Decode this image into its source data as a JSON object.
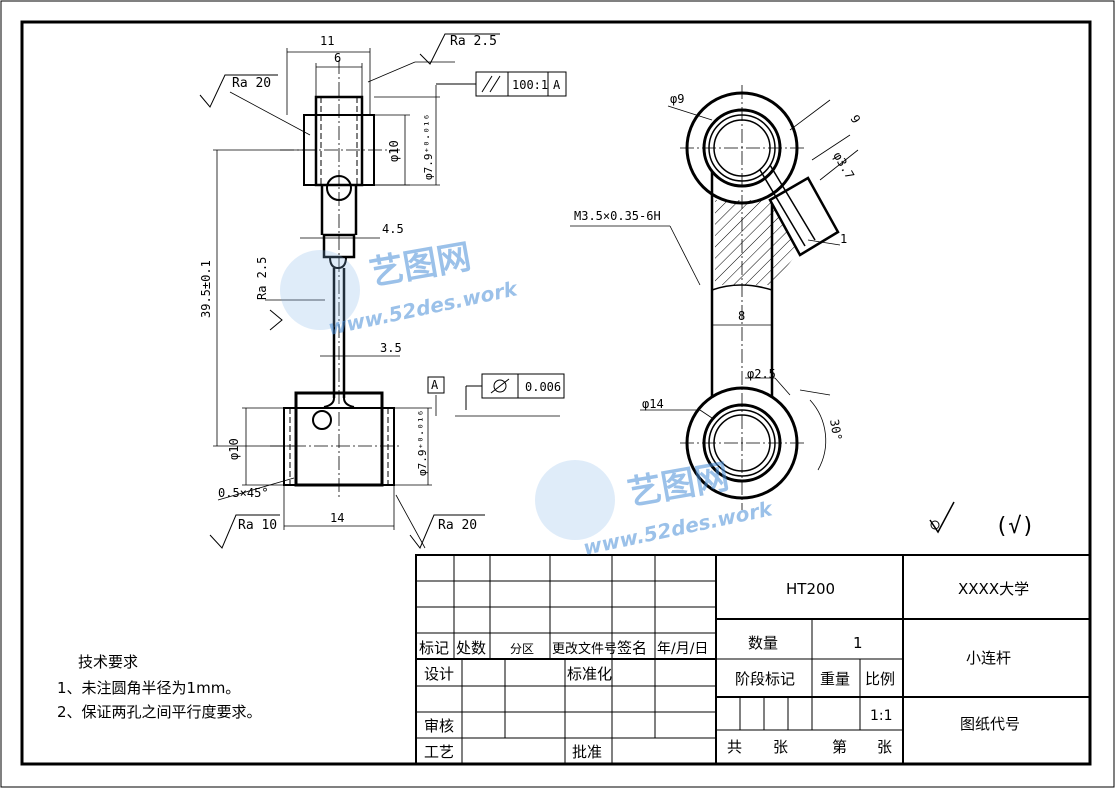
{
  "dims": {
    "width_11": "11",
    "width_6": "6",
    "ra_top": "Ra 2.5",
    "ra_left_top": "Ra 20",
    "parallel_tol": "100:1",
    "datum_ref": "A",
    "d10_top": "φ10",
    "d79_top": "φ7.9⁺⁰·⁰¹⁶",
    "len_39": "39.5±0.1",
    "w45": "4.5",
    "ra_mid": "Ra 2.5",
    "w35": "3.5",
    "datum_a": "A",
    "cyl_tol": "0.006",
    "d10_bot": "φ10",
    "d79_bot": "φ7.9⁺⁰·⁰¹⁶",
    "chamfer": "0.5×45°",
    "w14": "14",
    "ra_bl": "Ra 10",
    "ra_br": "Ra 20",
    "d9": "φ9",
    "dim9": "9",
    "d37": "φ3.7",
    "thread": "M3.5×0.35-6H",
    "dim1": "1",
    "w8": "8",
    "d25": "φ2.5",
    "d14": "φ14",
    "ang30": "30°"
  },
  "surface_default": "(√)",
  "watermark": {
    "brand": "艺图网",
    "url": "www.52des.work"
  },
  "title_block": {
    "material": "HT200",
    "school": "XXXX大学",
    "mark": "标记",
    "count": "处数",
    "zone": "分区",
    "change_doc": "更改文件号",
    "sign": "签名",
    "date": "年/月/日",
    "quantity_label": "数量",
    "quantity_value": "1",
    "part_name": "小连杆",
    "design": "设计",
    "standardize": "标准化",
    "stage_mark": "阶段标记",
    "weight": "重量",
    "scale": "比例",
    "scale_value": "1:1",
    "drawing_no": "图纸代号",
    "review": "审核",
    "process": "工艺",
    "approve": "批准",
    "total": "共",
    "sheets": "张",
    "page": "第",
    "sheet2": "张"
  },
  "notes": {
    "title": "技术要求",
    "item1": "1、未注圆角半径为1mm。",
    "item2": "2、保证两孔之间平行度要求。"
  }
}
